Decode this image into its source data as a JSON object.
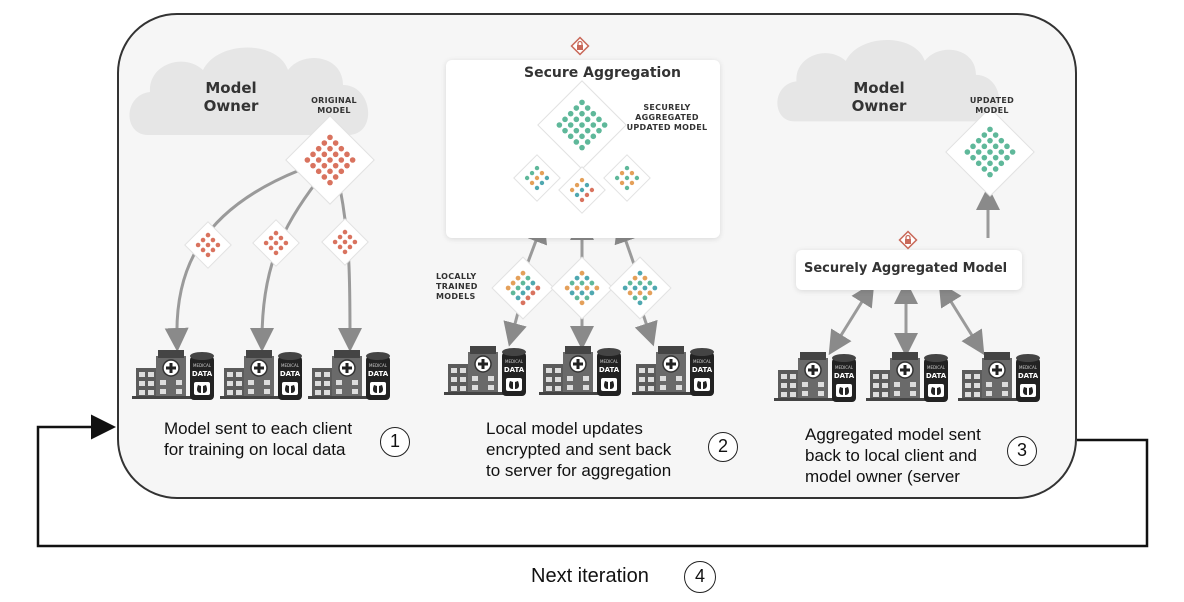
{
  "panel1": {
    "cloud_title": "Model Owner",
    "model_label": "ORIGINAL MODEL",
    "caption_lines": [
      "Model sent to each client",
      "for training on local data"
    ],
    "step": "1"
  },
  "panel2": {
    "title": "Secure Aggregation",
    "aggregated_label": "SECURELY AGGREGATED UPDATED MODEL",
    "local_label": "LOCALLY TRAINED MODELS",
    "caption_lines": [
      "Local model updates",
      "encrypted and sent back",
      "to server for aggregation"
    ],
    "step": "2"
  },
  "panel3": {
    "cloud_title": "Model Owner",
    "model_label": "UPDATED MODEL",
    "box_title": "Securely Aggregated Model",
    "caption_lines": [
      "Aggregated model sent",
      "back to local client and",
      "model owner (server"
    ],
    "step": "3"
  },
  "footer": {
    "label": "Next iteration",
    "step": "4"
  },
  "client": {
    "db_label": "DATA",
    "db_sublabel": "MEDICAL"
  },
  "colors": {
    "red_dot": "#d9735f",
    "green_dot": "#5fb89a",
    "orange_dot": "#e4a05a",
    "teal_dot": "#4fa8b0",
    "lock": "#c9695a"
  },
  "icons": [
    "cloud-icon",
    "lock-icon",
    "hospital-icon",
    "database-icon",
    "lungs-icon",
    "arrow-icon"
  ]
}
